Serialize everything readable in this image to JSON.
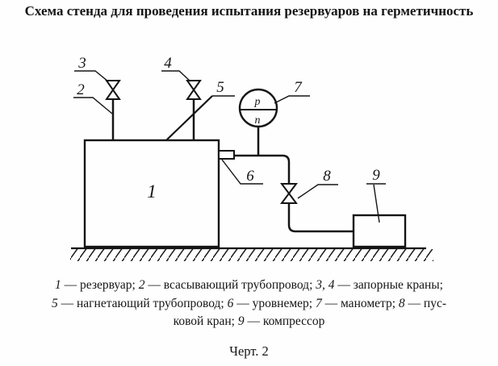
{
  "title": "Схема стенда для проведения испытания резервуаров на герметичность",
  "diagram": {
    "labels": {
      "tank": "1",
      "suction_pipe": "2",
      "valve_left": "3",
      "valve_right": "4",
      "discharge_pipe": "5",
      "level_gauge": "6",
      "manometer": "7",
      "start_valve": "8",
      "compressor": "9",
      "manometer_top": "р",
      "manometer_bottom": "п"
    },
    "colors": {
      "ink": "#151515",
      "paper": "#fefefe"
    }
  },
  "caption": {
    "line1": [
      {
        "t": "1"
      },
      {
        "t": " — резервуар; "
      },
      {
        "t": "2"
      },
      {
        "t": " — всасывающий трубопровод; "
      },
      {
        "t": "3, 4"
      },
      {
        "t": " — запорные краны;"
      }
    ],
    "line2": [
      {
        "t": "5"
      },
      {
        "t": " — нагнетающий трубопровод; "
      },
      {
        "t": "6"
      },
      {
        "t": " — уровнемер; "
      },
      {
        "t": "7"
      },
      {
        "t": " — манометр; "
      },
      {
        "t": "8"
      },
      {
        "t": " — пус-"
      }
    ],
    "line3": [
      {
        "t": "ковой кран; "
      },
      {
        "t": "9"
      },
      {
        "t": " — компрессор"
      }
    ]
  },
  "figure_label": "Черт. 2"
}
